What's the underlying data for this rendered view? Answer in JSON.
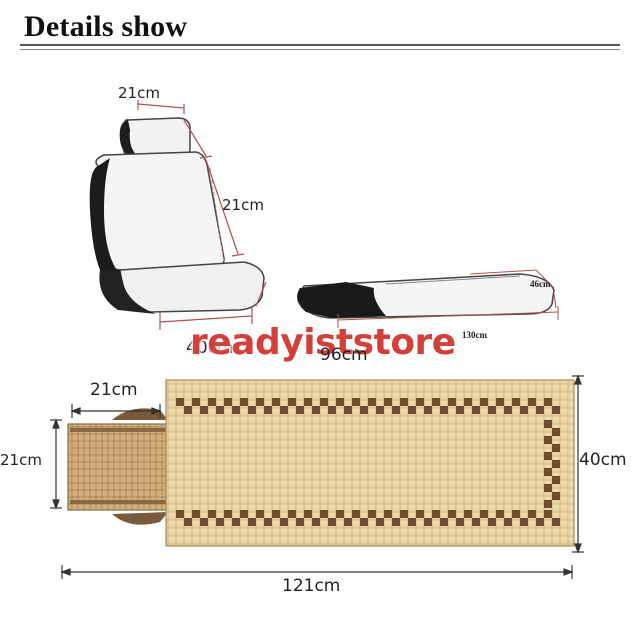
{
  "header": {
    "title": "Details show"
  },
  "seat_diagram": {
    "headrest_width": "21cm",
    "backrest_height": "21cm",
    "seat_width": "40cm"
  },
  "cushion_diagram": {
    "depth": "46cm",
    "length": "130cm"
  },
  "mat": {
    "top_length": "96cm",
    "headrest_width": "21cm",
    "headrest_height": "21cm",
    "width": "40cm",
    "total_length": "121cm"
  },
  "watermark": "readyiststore"
}
